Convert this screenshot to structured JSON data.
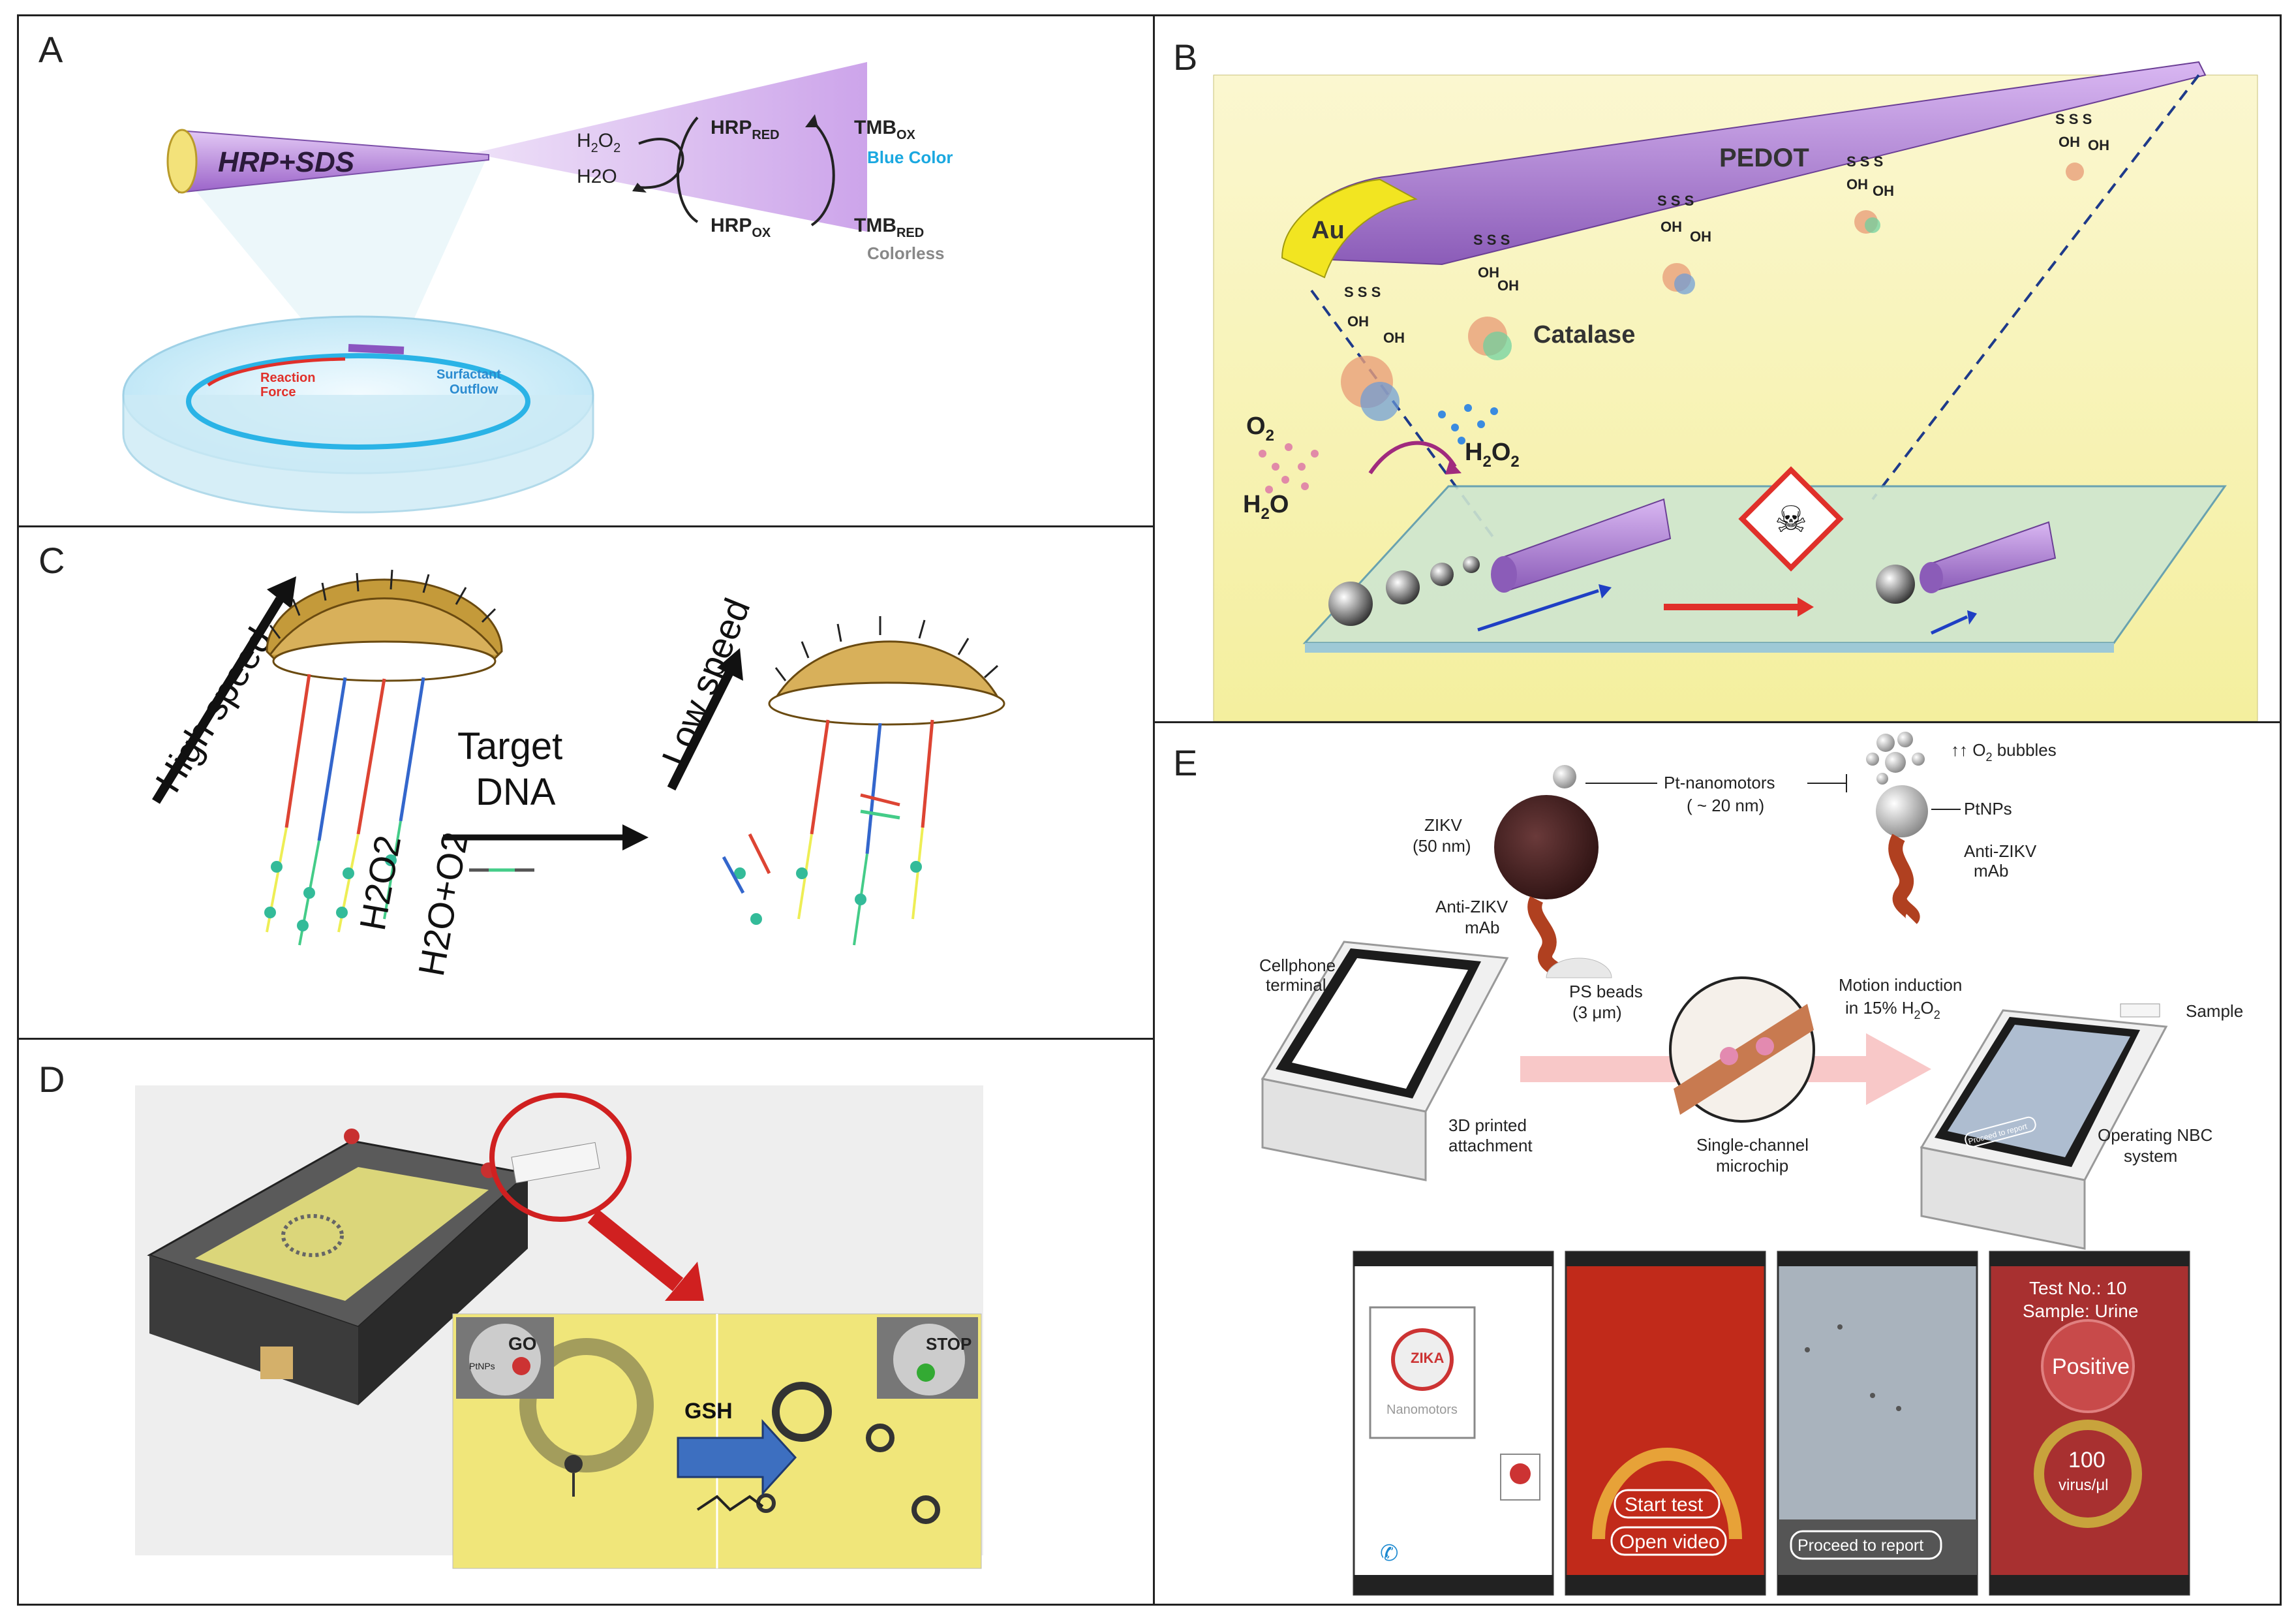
{
  "panels": {
    "A": {
      "label": "A",
      "motor_label": "HRP+SDS",
      "h2o2": "H2O2",
      "h2o": "H2O",
      "hrp_red": "HRP",
      "hrp_red_sub": "RED",
      "hrp_ox": "HRP",
      "hrp_ox_sub": "OX",
      "tmb_ox": "TMB",
      "tmb_ox_sub": "OX",
      "blue_color": "Blue Color",
      "tmb_red": "TMB",
      "tmb_red_sub": "RED",
      "colorless": "Colorless",
      "reaction_force": "Reaction Force",
      "surfactant_outflow": "Surfactant Outflow"
    },
    "B": {
      "label": "B",
      "pedot": "PEDOT",
      "au": "Au",
      "catalase": "Catalase",
      "o2": "O2",
      "h2o2": "H2O2",
      "h2o": "H2O",
      "oh": "OH",
      "s": "S"
    },
    "C": {
      "label": "C",
      "high_speed": "High speed",
      "low_speed": "Low speed",
      "target": "Target",
      "dna": "DNA",
      "h2o2": "H2O2",
      "h2o_o2": "H2O+O2"
    },
    "D": {
      "label": "D",
      "go": "GO",
      "stop": "STOP",
      "ptnps": "PtNPs",
      "gsh": "GSH"
    },
    "E": {
      "label": "E",
      "pt_nanomotors": "Pt-nanomotors",
      "pt_size": "( ~ 20 nm)",
      "o2_bubbles": "O2 bubbles",
      "ptnps": "PtNPs",
      "zikv": "ZIKV",
      "zikv_size": "(50 nm)",
      "anti_zikv": "Anti-ZIKV",
      "mab": "mAb",
      "anti_zikv_right": "Anti-ZIKV",
      "mab_right": "mAb",
      "cellphone": "Cellphone",
      "terminal": "terminal",
      "ps_beads": "PS beads",
      "ps_size": "(3 μm)",
      "motion_induction": "Motion induction",
      "in_h2o2": "in 15% H2O2",
      "sample": "Sample",
      "printed_3d": "3D printed",
      "attachment": "attachment",
      "single_channel": "Single-channel",
      "microchip": "microchip",
      "operating_nbc": "Operating NBC",
      "system": "system",
      "proceed_small": "Proceed to report",
      "screens": {
        "zika": "ZIKA",
        "nanomotors": "Nanomotors",
        "start_test": "Start test",
        "open_video": "Open video",
        "proceed": "Proceed to report",
        "test_no": "Test No.: 10",
        "sample_urine": "Sample: Urine",
        "positive": "Positive",
        "count": "100",
        "unit": "virus/μl"
      }
    }
  },
  "colors": {
    "purple": "#b98ce0",
    "purple_dark": "#7b4fa8",
    "blue_text": "#1aa8e0",
    "yellow_bg": "#f7f3b8",
    "gold": "#c9a24a",
    "red": "#d0231e"
  }
}
